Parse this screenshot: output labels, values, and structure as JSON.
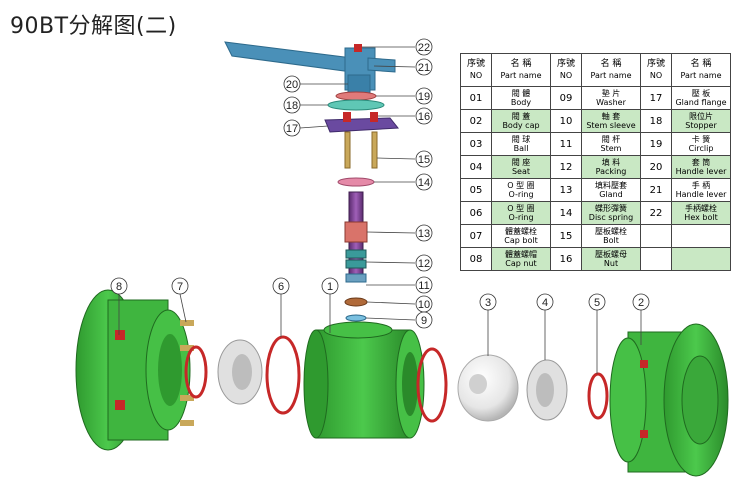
{
  "title": "90BT分解图(二)",
  "callouts": [
    "22",
    "21",
    "20",
    "19",
    "18",
    "16",
    "17",
    "15",
    "14",
    "13",
    "12",
    "11",
    "10",
    "9",
    "8",
    "7",
    "6",
    "1",
    "3",
    "4",
    "5",
    "2"
  ],
  "legend": {
    "header": {
      "no_zh": "序號",
      "no_en": "NO",
      "name_zh": "名 稱",
      "name_en": "Part name"
    },
    "rows": [
      [
        {
          "no": "01",
          "zh": "閥 體",
          "en": "Body"
        },
        {
          "no": "09",
          "zh": "墊 片",
          "en": "Washer"
        },
        {
          "no": "17",
          "zh": "壓 板",
          "en": "Gland flange"
        }
      ],
      [
        {
          "no": "02",
          "zh": "閥 蓋",
          "en": "Body cap"
        },
        {
          "no": "10",
          "zh": "軸 套",
          "en": "Stem sleeve"
        },
        {
          "no": "18",
          "zh": "限位片",
          "en": "Stopper"
        }
      ],
      [
        {
          "no": "03",
          "zh": "閥 球",
          "en": "Ball"
        },
        {
          "no": "11",
          "zh": "閥 杆",
          "en": "Stem"
        },
        {
          "no": "19",
          "zh": "卡 簧",
          "en": "Circlip"
        }
      ],
      [
        {
          "no": "04",
          "zh": "閥 座",
          "en": "Seat"
        },
        {
          "no": "12",
          "zh": "填 料",
          "en": "Packing"
        },
        {
          "no": "20",
          "zh": "套 筒",
          "en": "Handle lever"
        }
      ],
      [
        {
          "no": "05",
          "zh": "O 型 圈",
          "en": "O-ring"
        },
        {
          "no": "13",
          "zh": "填料壓套",
          "en": "Gland"
        },
        {
          "no": "21",
          "zh": "手 柄",
          "en": "Handle lever"
        }
      ],
      [
        {
          "no": "06",
          "zh": "O 型 圈",
          "en": "O-ring"
        },
        {
          "no": "14",
          "zh": "蝶形彈簧",
          "en": "Disc spring"
        },
        {
          "no": "22",
          "zh": "手柄螺栓",
          "en": "Hex bolt"
        }
      ],
      [
        {
          "no": "07",
          "zh": "體蓋螺栓",
          "en": "Cap bolt"
        },
        {
          "no": "15",
          "zh": "壓板螺栓",
          "en": "Bolt"
        },
        {
          "no": "",
          "zh": "",
          "en": ""
        }
      ],
      [
        {
          "no": "08",
          "zh": "體蓋螺帽",
          "en": "Cap nut"
        },
        {
          "no": "16",
          "zh": "壓板螺母",
          "en": "Nut"
        },
        {
          "no": "",
          "zh": "",
          "en": ""
        }
      ]
    ]
  },
  "colors": {
    "body_green": "#3fb53f",
    "dark_green": "#2c8a2c",
    "handle_blue": "#4a90b8",
    "stem_purple": "#7a3f8f",
    "oring_red": "#c62828",
    "seat_gray": "#d9d9d9",
    "ball_white": "#f2f2f2"
  }
}
